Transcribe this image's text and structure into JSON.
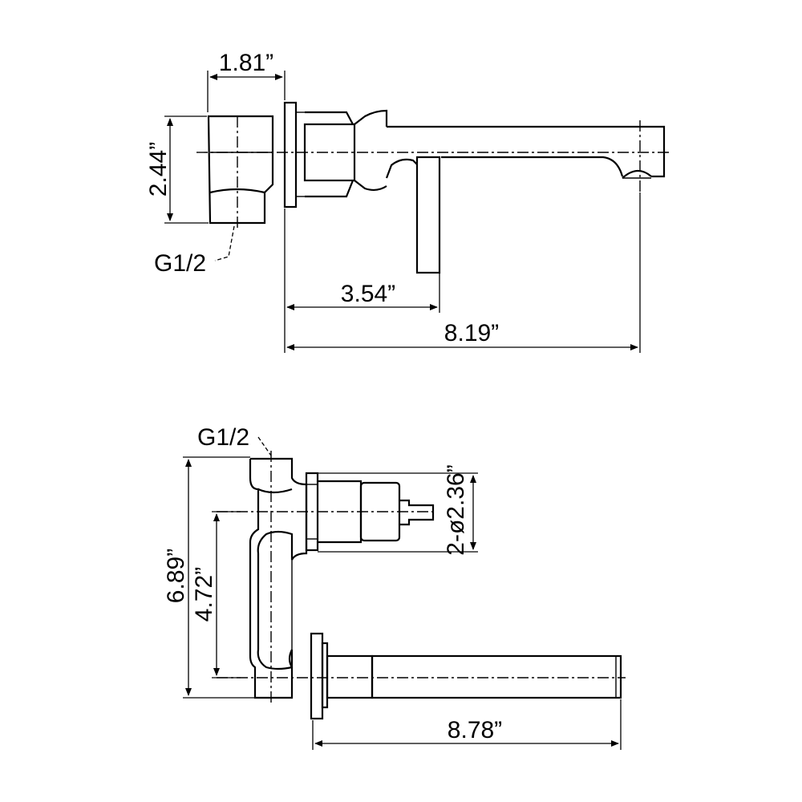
{
  "top_view": {
    "dim_body_width": "1.81”",
    "dim_height": "2.44”",
    "thread": "G1/2",
    "dim_lever": "3.54”",
    "dim_spout": "8.19”"
  },
  "bottom_view": {
    "thread": "G1/2",
    "dim_total": "6.89”",
    "dim_centers": "4.72”",
    "dim_escutcheon": "2-ø2.36”",
    "dim_spout": "8.78”"
  }
}
